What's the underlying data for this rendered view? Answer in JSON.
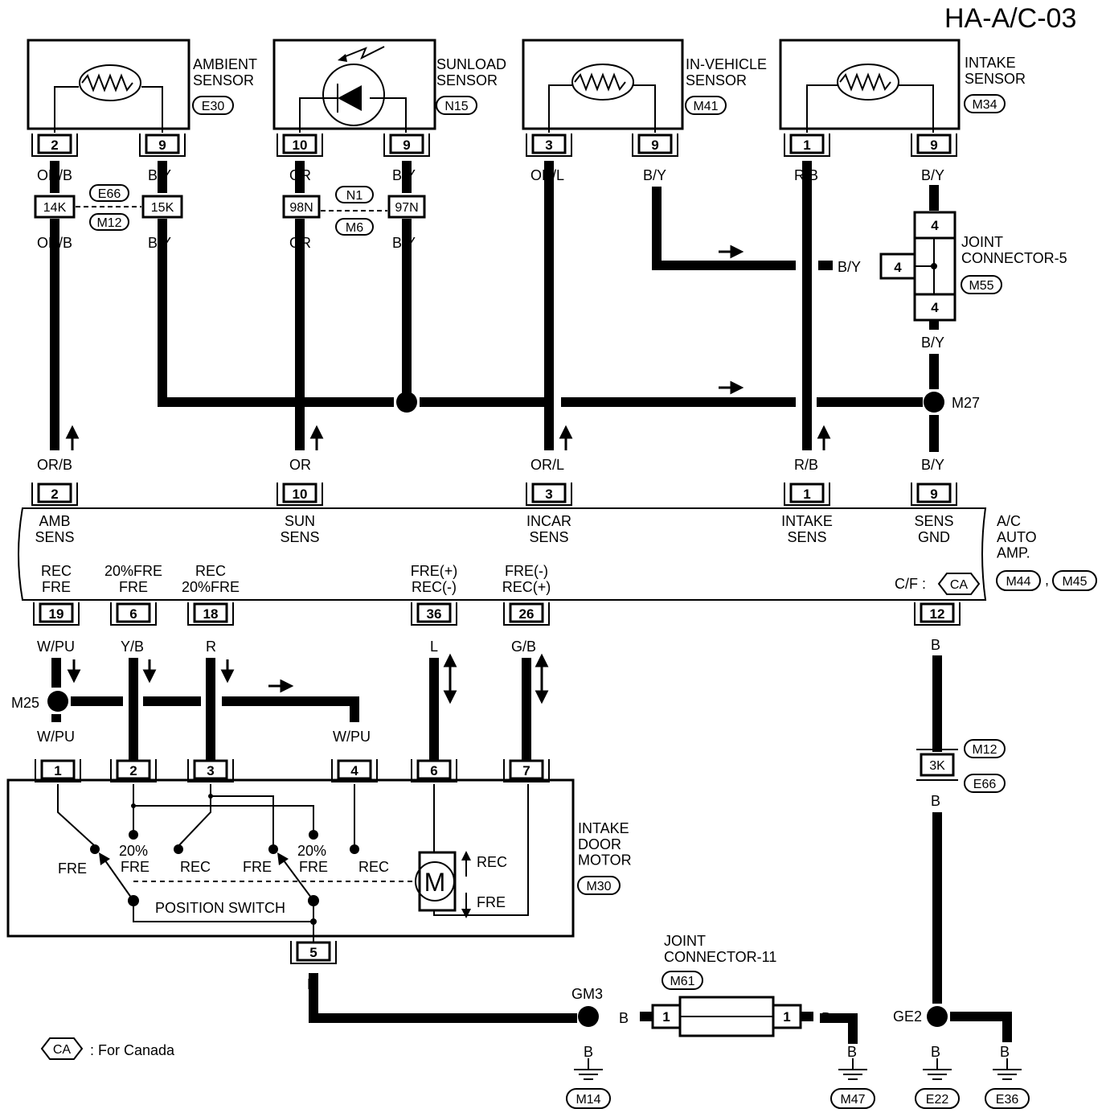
{
  "title": "HA-A/C-03",
  "sensors": [
    {
      "name": "AMBIENT\nSENSOR",
      "connector": "E30",
      "pins": [
        "2",
        "9"
      ]
    },
    {
      "name": "SUNLOAD\nSENSOR",
      "connector": "N15",
      "pins": [
        "10",
        "9"
      ]
    },
    {
      "name": "IN-VEHICLE\nSENSOR",
      "connector": "M41",
      "pins": [
        "3",
        "9"
      ]
    },
    {
      "name": "INTAKE\nSENSOR",
      "connector": "M34",
      "pins": [
        "1",
        "9"
      ]
    }
  ],
  "wire_colors": {
    "orb": "OR/B",
    "by": "B/Y",
    "or": "OR",
    "orl": "OR/L",
    "rb": "R/B",
    "wpu": "W/PU",
    "yb": "Y/B",
    "r": "R",
    "l": "L",
    "gb": "G/B",
    "b": "B"
  },
  "inline_connectors": {
    "c14k": "14K",
    "c15k": "15K",
    "e66": "E66",
    "m12": "M12",
    "c98n": "98N",
    "c97n": "97N",
    "n1": "N1",
    "m6": "M6",
    "c3k": "3K"
  },
  "joint5": {
    "label": "JOINT\nCONNECTOR-5",
    "connector": "M55",
    "pin": "4"
  },
  "splices": {
    "m27": "M27",
    "m25": "M25",
    "gm3": "GM3",
    "ge2": "GE2"
  },
  "amp": {
    "label": "A/C\nAUTO\nAMP.",
    "connectors": [
      "M44",
      "M45"
    ],
    "cf_label": "C/F :",
    "ca": "CA",
    "top_pins": [
      {
        "pin": "2",
        "label": "AMB\nSENS"
      },
      {
        "pin": "10",
        "label": "SUN\nSENS"
      },
      {
        "pin": "3",
        "label": "INCAR\nSENS"
      },
      {
        "pin": "1",
        "label": "INTAKE\nSENS"
      },
      {
        "pin": "9",
        "label": "SENS\nGND"
      }
    ],
    "bottom_pins": [
      {
        "pin": "19",
        "label": "REC\nFRE"
      },
      {
        "pin": "6",
        "label": "20%FRE\nFRE"
      },
      {
        "pin": "18",
        "label": "REC\n20%FRE"
      },
      {
        "pin": "36",
        "label": "FRE(+)\nREC(-)"
      },
      {
        "pin": "26",
        "label": "FRE(-)\nREC(+)"
      },
      {
        "pin": "12",
        "label": ""
      }
    ]
  },
  "motor": {
    "label": "INTAKE\nDOOR\nMOTOR",
    "connector": "M30",
    "pins": [
      "1",
      "2",
      "3",
      "4",
      "6",
      "7",
      "5"
    ],
    "switch_label": "POSITION SWITCH",
    "fre": "FRE",
    "rec": "REC",
    "pct": "20%",
    "m": "M"
  },
  "joint11": {
    "label": "JOINT\nCONNECTOR-11",
    "connector": "M61",
    "pin": "1"
  },
  "grounds": [
    "M14",
    "M47",
    "E22",
    "E36"
  ],
  "legend": {
    "badge": "CA",
    "text": ": For Canada"
  }
}
